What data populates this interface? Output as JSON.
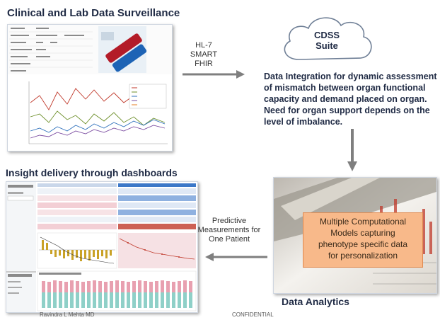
{
  "titles": {
    "clinical": "Clinical and Lab Data Surveillance",
    "insight": "Insight delivery through dashboards",
    "analytics": "Data Analytics"
  },
  "arrows": {
    "protocols": [
      "HL-7",
      "SMART",
      "FHIR"
    ],
    "predictive": [
      "Predictive",
      "Measurements for",
      "One Patient"
    ]
  },
  "cloud": {
    "line1": "CDSS",
    "line2": "Suite"
  },
  "integration_text": "Data Integration for dynamic assessment of mismatch between organ functional capacity and demand placed on organ. Need for organ support depends on the level of imbalance.",
  "model_box": [
    "Multiple Computational",
    "Models capturing",
    "phenotype specific data",
    "for personalization"
  ],
  "footer": {
    "author": "Ravindra L Mehta MD",
    "confidential": "CONFIDENTIAL"
  },
  "colors": {
    "title": "#1f2a44",
    "arrow": "#7f7f7f",
    "model_box": "#f8b98a",
    "bar_pink": "#e8a0b0",
    "bar_teal": "#8fd0c8"
  }
}
